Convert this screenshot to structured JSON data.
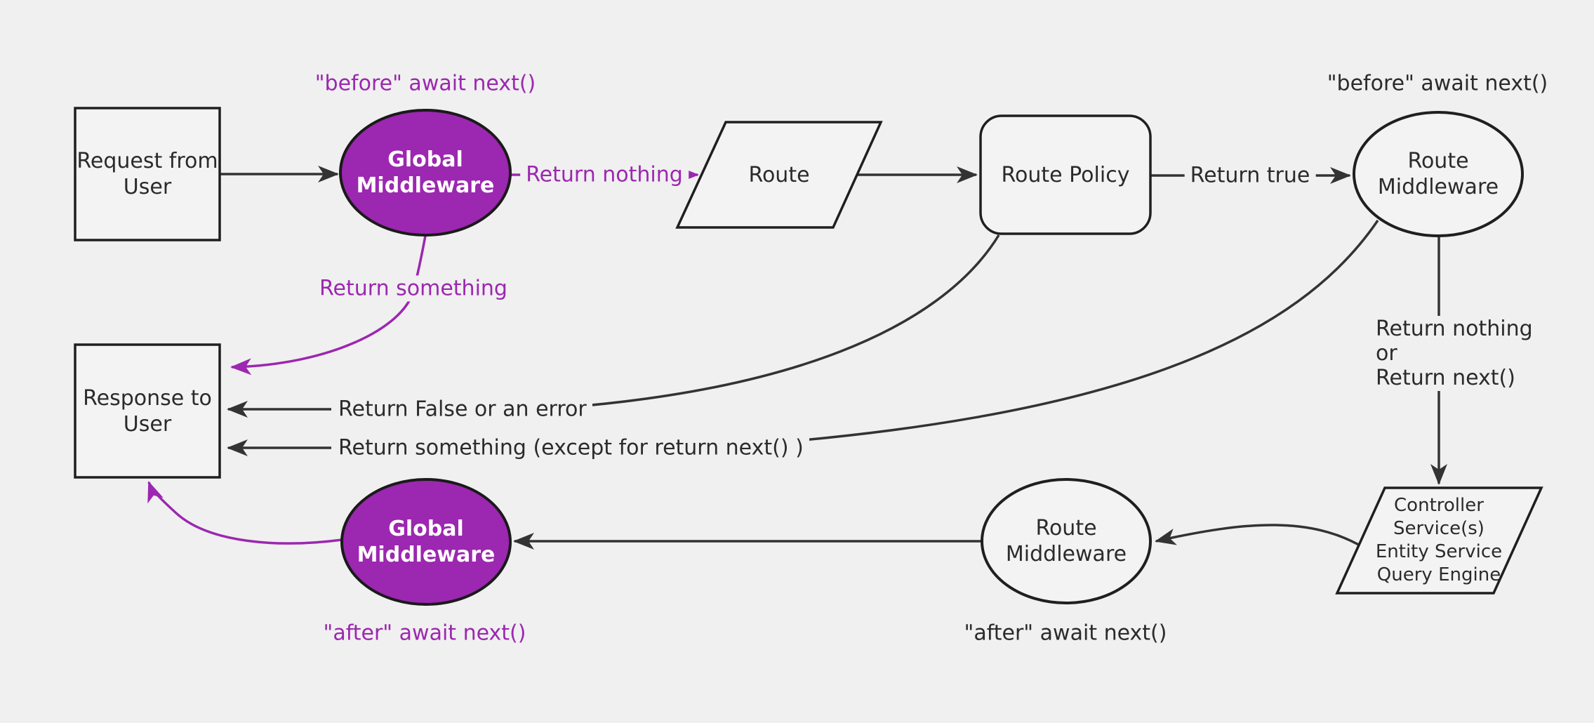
{
  "colors": {
    "background": "#f0f0f0",
    "node_fill": "#f3f3f3",
    "node_stroke": "#1f1f1f",
    "edge_stroke": "#333333",
    "purple": "#9C27B0",
    "text_dark": "#2b2b2b",
    "text_white": "#ffffff"
  },
  "nodes": {
    "request": {
      "label": "Request from\nUser"
    },
    "global_middleware_top": {
      "label": "Global\nMiddleware"
    },
    "route": {
      "label": "Route"
    },
    "route_policy": {
      "label": "Route Policy"
    },
    "route_middleware_top": {
      "label": "Route\nMiddleware"
    },
    "controller": {
      "label": "Controller\nService(s)\nEntity Service\nQuery Engine"
    },
    "route_middleware_bottom": {
      "label": "Route\nMiddleware"
    },
    "global_middleware_bottom": {
      "label": "Global\nMiddleware"
    },
    "response": {
      "label": "Response to\nUser"
    }
  },
  "edge_labels": {
    "before_top": "\"before\" await next()",
    "before_right": "\"before\" await next()",
    "return_nothing": "Return nothing",
    "return_true": "Return true",
    "return_something": "Return something",
    "return_false_or_error": "Return False or an error",
    "return_something_except": "Return something (except for return next() )",
    "return_nothing_or_next": "Return nothing\nor\nReturn next()",
    "after_bottom_middle": "\"after\" await next()",
    "after_bottom_left": "\"after\" await next()"
  }
}
